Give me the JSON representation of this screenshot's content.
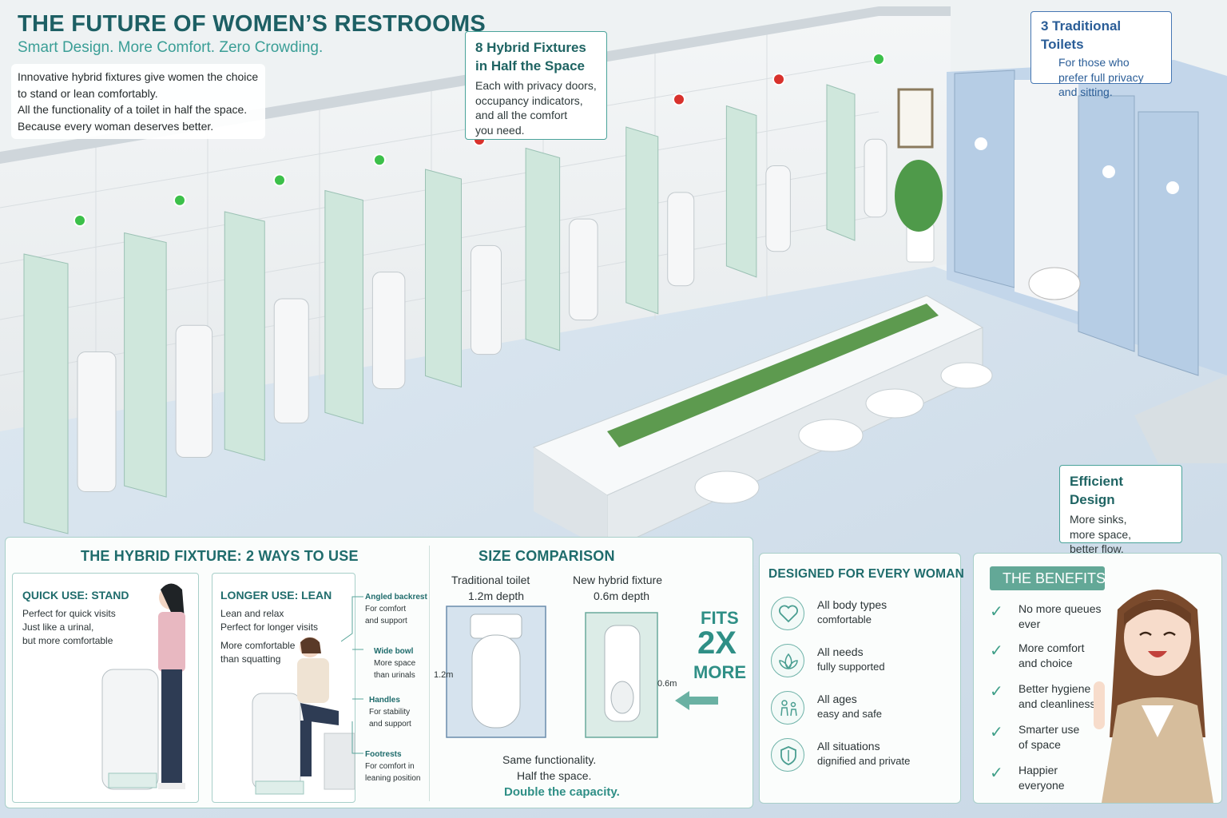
{
  "header": {
    "title": "THE FUTURE OF WOMEN’S RESTROOMS",
    "subtitle": "Smart Design. More Comfort. Zero Crowding.",
    "intro_lines": [
      "Innovative hybrid fixtures give women the choice",
      "to stand or lean comfortably.",
      "All the functionality of a toilet in half the space.",
      "Because every woman deserves better."
    ]
  },
  "callouts": {
    "hybrid": {
      "title_lines": [
        "8 Hybrid Fixtures",
        "in Half the Space"
      ],
      "body_lines": [
        "Each with privacy doors,",
        "occupancy indicators,",
        "and all the comfort",
        "you need."
      ]
    },
    "traditional": {
      "title": "3 Traditional Toilets",
      "body_lines": [
        "For those who",
        "prefer full privacy",
        "and sitting."
      ]
    },
    "efficient": {
      "title": "Efficient Design",
      "body_lines": [
        "More sinks,",
        "more space,",
        "better flow."
      ]
    }
  },
  "hybrid_fixture": {
    "title": "THE HYBRID FIXTURE: 2 WAYS TO USE",
    "stand": {
      "heading": "QUICK USE: STAND",
      "lines": [
        "Perfect for quick visits",
        "Just like a urinal,",
        "but more comfortable"
      ]
    },
    "lean": {
      "heading": "LONGER USE: LEAN",
      "lines": [
        "Lean and relax",
        "Perfect for longer visits"
      ],
      "lines2": [
        "More comfortable",
        "than squatting"
      ],
      "annotations": [
        {
          "title": "Angled backrest",
          "lines": [
            "For comfort",
            "and support"
          ]
        },
        {
          "title": "Wide bowl",
          "lines": [
            "More space",
            "than urinals"
          ]
        },
        {
          "title": "Handles",
          "lines": [
            "For stability",
            "and support"
          ]
        },
        {
          "title": "Footrests",
          "lines": [
            "For comfort in",
            "leaning position"
          ]
        }
      ]
    }
  },
  "size_comparison": {
    "title": "SIZE COMPARISON",
    "traditional_label": "Traditional toilet",
    "traditional_depth": "1.2m depth",
    "traditional_dim": "1.2m",
    "hybrid_label": "New hybrid fixture",
    "hybrid_depth": "0.6m depth",
    "hybrid_dim": "0.6m",
    "fits_1": "FITS",
    "fits_2": "2X",
    "fits_3": "MORE",
    "summary_1": "Same functionality.",
    "summary_2": "Half the space.",
    "summary_3": "Double the capacity."
  },
  "designed": {
    "title": "DESIGNED FOR EVERY WOMAN",
    "items": [
      {
        "icon": "heart-icon",
        "line1": "All body types",
        "line2": "comfortable"
      },
      {
        "icon": "lotus-icon",
        "line1": "All needs",
        "line2": "fully supported"
      },
      {
        "icon": "people-icon",
        "line1": "All ages",
        "line2": "easy and safe"
      },
      {
        "icon": "shield-icon",
        "line1": "All situations",
        "line2": "dignified and private"
      }
    ]
  },
  "benefits": {
    "title": "THE BENEFITS",
    "items": [
      {
        "line1": "No more queues",
        "line2": "ever"
      },
      {
        "line1": "More comfort",
        "line2": "and choice"
      },
      {
        "line1": "Better hygiene",
        "line2": "and cleanliness"
      },
      {
        "line1": "Smarter use",
        "line2": "of space"
      },
      {
        "line1": "Happier",
        "line2": "everyone"
      }
    ]
  },
  "colors": {
    "accent_teal": "#1f6c6c",
    "stall_green": "#cfe7dc",
    "stall_blue": "#b9cfe6",
    "occupied": "#d8312c",
    "vacant": "#3cc04a"
  },
  "indicators": [
    "vacant",
    "vacant",
    "vacant",
    "vacant",
    "occupied",
    "vacant",
    "occupied",
    "occupied",
    "vacant"
  ]
}
